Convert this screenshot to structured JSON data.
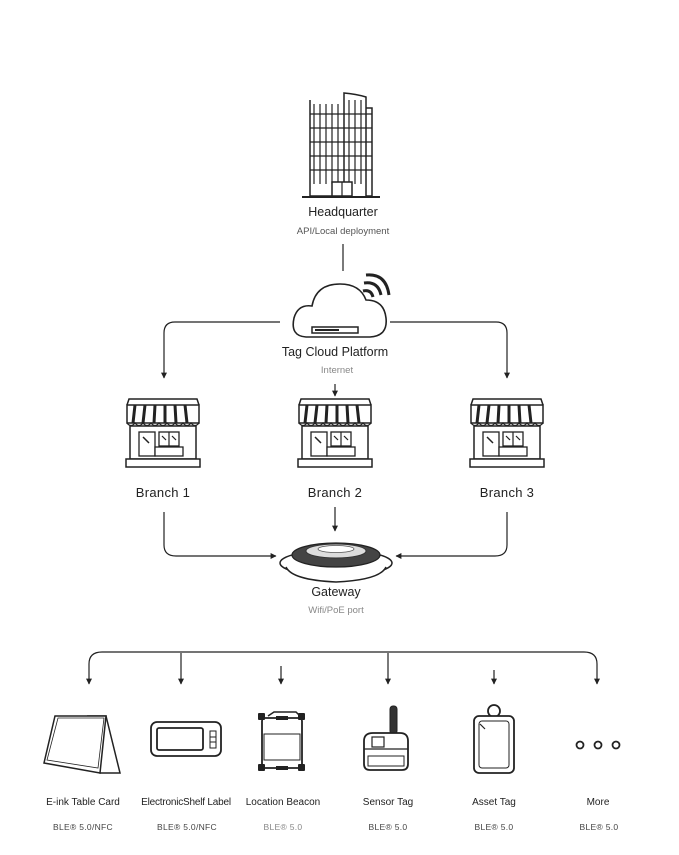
{
  "headquarter": {
    "title": "Headquarter",
    "subtitle": "API/Local deployment"
  },
  "cloud": {
    "title": "Tag Cloud Platform",
    "subtitle": "Internet"
  },
  "branches": [
    {
      "label": "Branch 1"
    },
    {
      "label": "Branch 2"
    },
    {
      "label": "Branch 3"
    }
  ],
  "gateway": {
    "title": "Gateway",
    "subtitle": "Wifi/PoE port"
  },
  "devices": [
    {
      "label": "E-ink Table Card",
      "protocol": "BLE® 5.0/NFC",
      "icon": "table-card-icon"
    },
    {
      "label": "ElectronicShelf Label",
      "protocol": "BLE® 5.0/NFC",
      "icon": "shelf-label-icon"
    },
    {
      "label": "Location Beacon",
      "protocol": "BLE® 5.0",
      "icon": "beacon-icon"
    },
    {
      "label": "Sensor Tag",
      "protocol": "BLE® 5.0",
      "icon": "sensor-tag-icon"
    },
    {
      "label": "Asset Tag",
      "protocol": "BLE® 5.0",
      "icon": "asset-tag-icon"
    },
    {
      "label": "More",
      "protocol": "BLE® 5.0",
      "icon": "more-icon"
    }
  ]
}
